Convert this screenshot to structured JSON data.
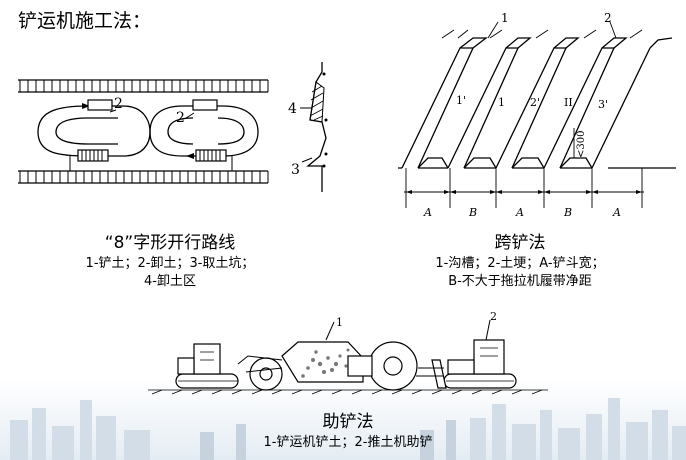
{
  "page": {
    "title": "铲运机施工法："
  },
  "figure8": {
    "heading": "“8”字形开行路线",
    "legend_line1": "1-铲土；2-卸土；3-取土坑；",
    "legend_line2": "4-卸土区",
    "labels": {
      "two_a": "2",
      "two_b": "2",
      "four": "4",
      "three": "3"
    }
  },
  "straddle": {
    "heading": "跨铲法",
    "legend_line1": "1-沟槽；2-土埂；A-铲斗宽；",
    "legend_line2": "B-不大于拖拉机履带净距",
    "labels": {
      "one_top": "1",
      "two_top": "2",
      "band1": "1'",
      "band2": "1",
      "band3": "2'",
      "band4": "II",
      "band5": "3'",
      "dim_300": "<300",
      "dims": [
        "A",
        "B",
        "A",
        "B",
        "A"
      ]
    }
  },
  "push": {
    "heading": "助铲法",
    "legend_line1": "1-铲运机铲土；2-推土机助铲",
    "labels": {
      "one": "1",
      "two": "2"
    }
  }
}
